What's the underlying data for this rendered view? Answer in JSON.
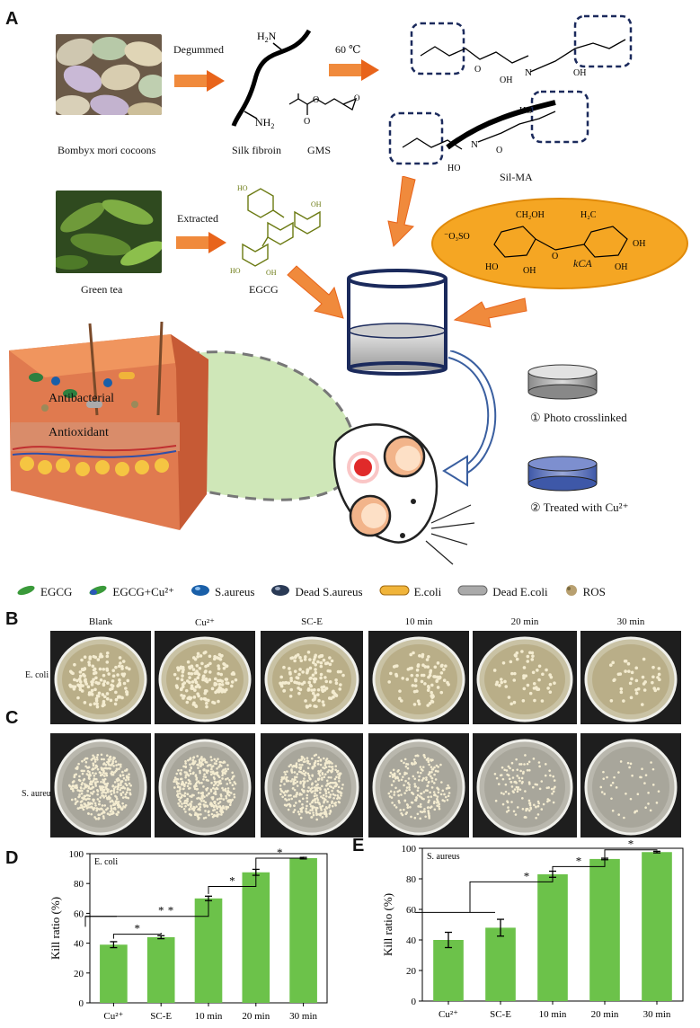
{
  "panelA": {
    "letter": "A",
    "cocoons_caption": "Bombyx mori cocoons",
    "degummed": "Degummed",
    "silk_fibroin": "Silk fibroin",
    "gms": "GMS",
    "temp": "60 ℃",
    "silma": "Sil-MA",
    "green_tea": "Green tea",
    "extracted": "Extracted",
    "egcg": "EGCG",
    "kca": "kCA",
    "antibacterial": "Antibacterial",
    "antioxidant": "Antioxidant",
    "step1": "① Photo crosslinked",
    "step2": "② Treated with Cu²⁺"
  },
  "legend": [
    {
      "label": "EGCG",
      "icon": "leaf-icon"
    },
    {
      "label": "EGCG+Cu²⁺",
      "icon": "leaf-cu-icon"
    },
    {
      "label": "S.aureus",
      "icon": "blue-coccus-icon"
    },
    {
      "label": "Dead S.aureus",
      "icon": "dark-coccus-icon"
    },
    {
      "label": "E.coli",
      "icon": "yellow-rod-icon"
    },
    {
      "label": "Dead E.coli",
      "icon": "grey-rod-icon"
    },
    {
      "label": "ROS",
      "icon": "ros-icon"
    }
  ],
  "panelB": {
    "letter": "B",
    "row_label": "E. coli"
  },
  "panelC": {
    "letter": "C",
    "row_label": "S. aureus"
  },
  "plate_columns": [
    "Blank",
    "Cu²⁺",
    "SC-E",
    "10 min",
    "20 min",
    "30 min"
  ],
  "panelD": {
    "letter": "D"
  },
  "panelE": {
    "letter": "E"
  },
  "chart_data": [
    {
      "type": "bar",
      "title": "E. coli",
      "categories": [
        "Cu²⁺",
        "SC-E",
        "10 min",
        "20 min",
        "30 min"
      ],
      "values": [
        39,
        44,
        70,
        87.5,
        97
      ],
      "errors": [
        2,
        1,
        1.5,
        2,
        0.5
      ],
      "ylabel": "Kill ratio (%)",
      "xlabel": "",
      "ylim": [
        0,
        100
      ],
      "yticks": [
        0,
        20,
        40,
        60,
        80,
        100
      ],
      "significance": "*",
      "bar_color": "#6cc24a"
    },
    {
      "type": "bar",
      "title": "S. aureus",
      "categories": [
        "Cu²⁺",
        "SC-E",
        "10 min",
        "20 min",
        "30 min"
      ],
      "values": [
        40,
        48,
        83,
        93,
        97.5
      ],
      "errors": [
        5,
        5.5,
        2,
        0.5,
        0.5
      ],
      "ylabel": "Kill ratio (%)",
      "xlabel": "",
      "ylim": [
        0,
        100
      ],
      "yticks": [
        0,
        20,
        40,
        60,
        80,
        100
      ],
      "significance": "*",
      "bar_color": "#6cc24a"
    }
  ]
}
